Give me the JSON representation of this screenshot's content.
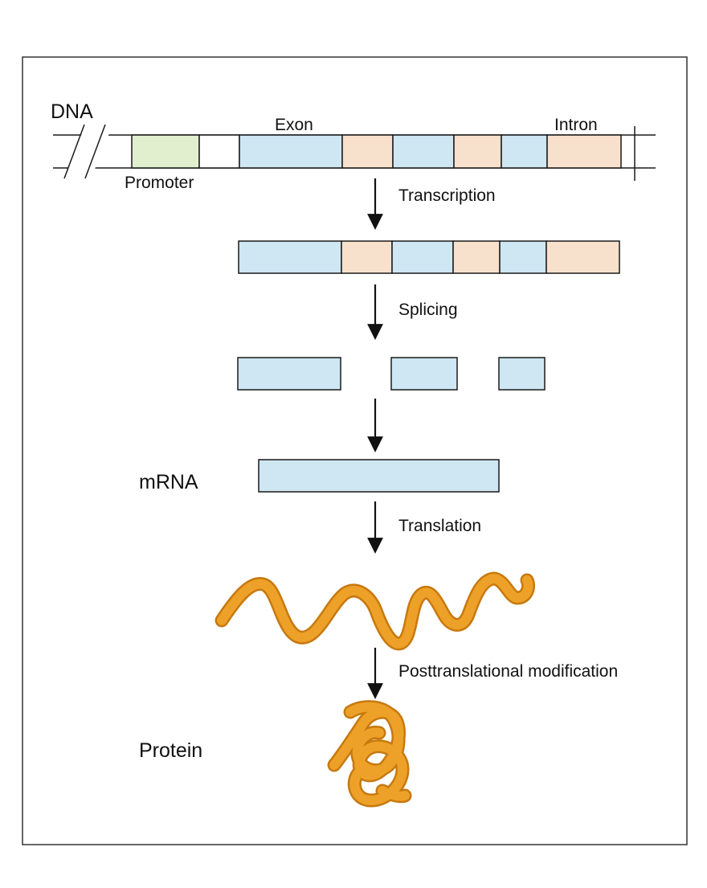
{
  "labels": {
    "dna": "DNA",
    "exon": "Exon",
    "intron": "Intron",
    "promoter": "Promoter",
    "transcription": "Transcription",
    "splicing": "Splicing",
    "mrna": "mRNA",
    "translation": "Translation",
    "posttranslational": "Posttranslational modification",
    "protein": "Protein"
  },
  "colors": {
    "exon": "#cfe6f3",
    "intron": "#f8e1cc",
    "promoter": "#e2efce",
    "protein": "#eea128",
    "protein_outline": "#c7790f",
    "line": "#1a1a1a"
  }
}
